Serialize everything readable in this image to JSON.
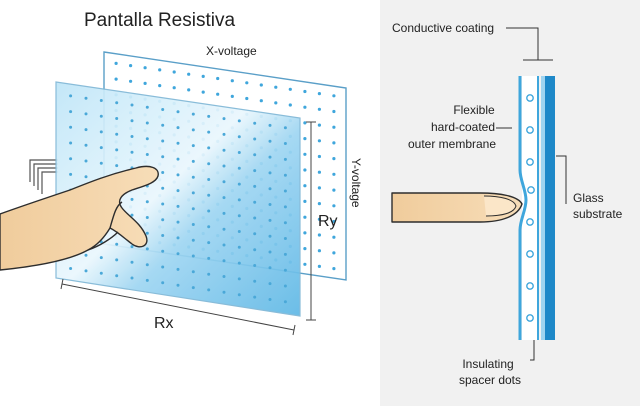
{
  "left_panel": {
    "title": "Pantalla Resistiva",
    "x_voltage_label": "X-voltage",
    "y_voltage_label": "Y-voltage",
    "rx_label": "Rx",
    "ry_label": "Ry"
  },
  "right_panel": {
    "conductive_coating_label": "Conductive coating",
    "membrane_label": [
      "Flexible",
      "hard-coated",
      "outer membrane"
    ],
    "glass_label": [
      "Glass",
      "substrate"
    ],
    "spacer_label": [
      "Insulating",
      "spacer dots"
    ]
  },
  "colors": {
    "right_background": "#f1f1f1",
    "panel_blue": "#7ec9ee",
    "dot_blue": "#3fa6dc",
    "glass_blue": "#1e88c8",
    "skin": "#f3d4a8",
    "outline": "#2d2d2d"
  }
}
